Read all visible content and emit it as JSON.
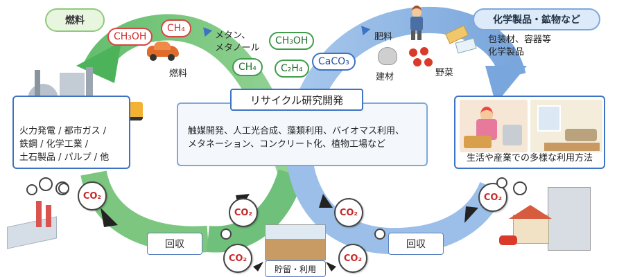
{
  "top_left_label": "燃料",
  "top_right_label": "化学製品・鉱物など",
  "left_box": {
    "lines": [
      "火力発電 / 都市ガス /",
      "鉄鋼 / 化学工業 /",
      "土石製品 / パルプ / 他"
    ]
  },
  "right_box": {
    "caption": "生活や産業での多様な利用方法"
  },
  "center": {
    "title": "リサイクル研究開発",
    "lines": [
      "触媒開発、人工光合成、藻類利用、バイオマス利用、",
      "メタネーション、コンクリート化、植物工場など"
    ]
  },
  "fuel_text": "燃料",
  "methane_text": [
    "メタン、",
    "メタノール"
  ],
  "fertilizer_text": "肥料",
  "building_material_text": "建材",
  "vegetable_text": "野菜",
  "packaging_text": [
    "包装材、容器等",
    "化学製品"
  ],
  "chemicals": {
    "ch3oh_left": "CH₃OH",
    "ch4_left": "CH₄",
    "ch3oh_center": "CH₃OH",
    "ch4_center": "CH₄",
    "c2h4": "C₂H₄",
    "caco3": "CaCO₃"
  },
  "recovery_left": "回収",
  "recovery_right": "回収",
  "storage_label": "貯留・利用",
  "co2": "CO₂",
  "colors": {
    "green": "#4db35a",
    "blue": "#8fb8e6",
    "red": "#d94545",
    "accent_blue": "#3d73c4"
  }
}
